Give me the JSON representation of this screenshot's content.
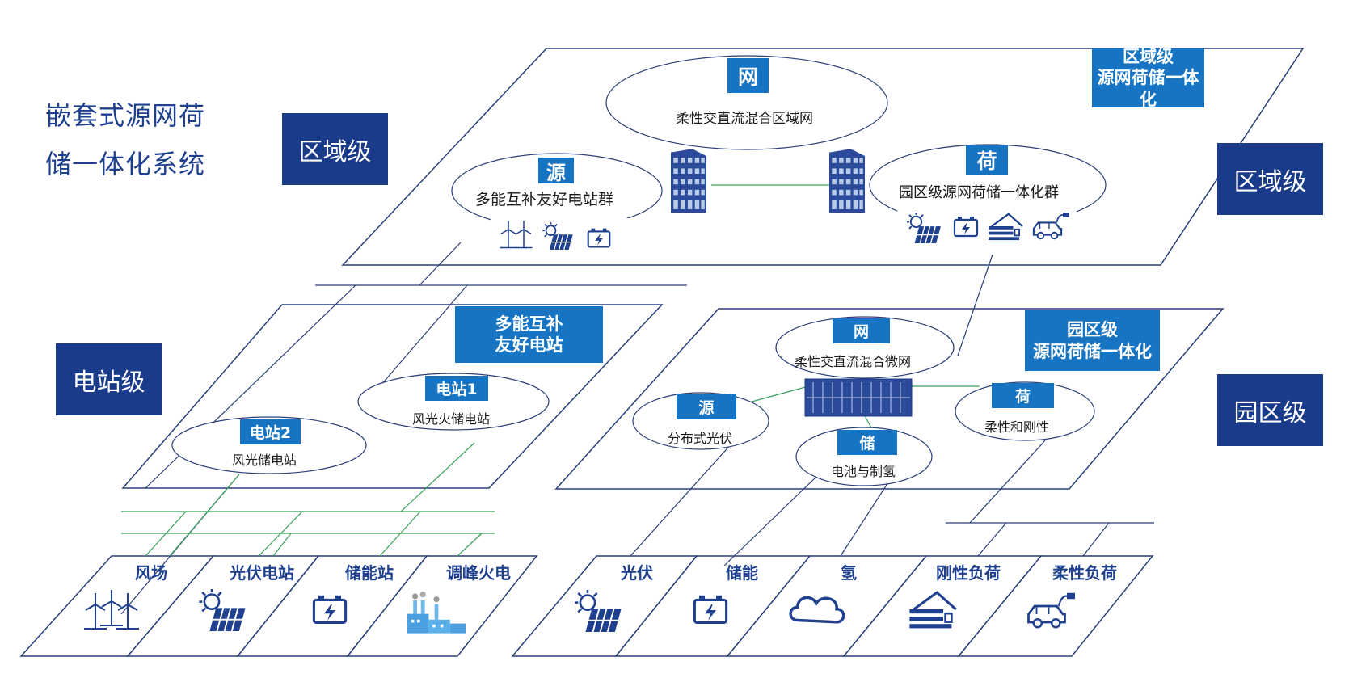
{
  "title": {
    "line1": "嵌套式源网荷",
    "line2": "储一体化系统"
  },
  "levels": {
    "region": "区域级",
    "station": "电站级",
    "park": "园区级"
  },
  "region_layer": {
    "banner": "区域级\n源网荷储一体化",
    "grid": {
      "tag": "网",
      "label": "柔性交直流混合区域网"
    },
    "source": {
      "tag": "源",
      "label": "多能互补友好电站群"
    },
    "load": {
      "tag": "荷",
      "label": "园区级源网荷储一体化群"
    }
  },
  "station_layer": {
    "banner": "多能互补\n友好电站",
    "station1": {
      "tag": "电站1",
      "label": "风光火储电站"
    },
    "station2": {
      "tag": "电站2",
      "label": "风光储电站"
    }
  },
  "park_layer": {
    "banner": "园区级\n源网荷储一体化",
    "grid": {
      "tag": "网",
      "label": "柔性交直流混合微网"
    },
    "source": {
      "tag": "源",
      "label": "分布式光伏"
    },
    "load": {
      "tag": "荷",
      "label": "柔性和刚性"
    },
    "storage": {
      "tag": "储",
      "label": "电池与制氢"
    }
  },
  "bottom": [
    "风场",
    "光伏电站",
    "储能站",
    "调峰火电",
    "光伏",
    "储能",
    "氢",
    "刚性负荷",
    "柔性负荷"
  ],
  "icons": [
    "wind-turbine-icon",
    "solar-panel-icon",
    "battery-icon",
    "power-plant-icon",
    "hydrogen-icon",
    "house-icon",
    "ev-car-icon",
    "building-icon",
    "container-icon"
  ],
  "colors": {
    "dark_navy": "#1a3a8a",
    "medium_blue": "#1774c2",
    "outline": "#2a3f78",
    "green_link": "#3aa05a"
  }
}
